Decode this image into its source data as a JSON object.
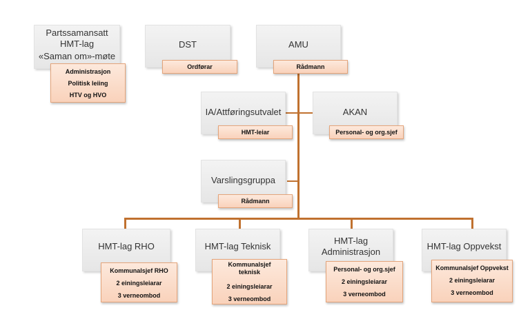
{
  "top": {
    "partssamansatt": {
      "title_line1": "Partssamansatt",
      "title_line2": "HMT-lag",
      "title_line3": "«Saman om»-møte",
      "details": [
        "Administrasjon",
        "Politisk leiing",
        "HTV og HVO"
      ]
    },
    "dst": {
      "title": "DST",
      "role": "Ordførar"
    },
    "amu": {
      "title": "AMU",
      "role": "Rådmann"
    }
  },
  "middle": {
    "ia": {
      "title": "IA/Attføringsutvalet",
      "role": "HMT-leiar"
    },
    "akan": {
      "title": "AKAN",
      "role": "Personal- og org.sjef"
    },
    "varsling": {
      "title": "Varslingsgruppa",
      "role": "Rådmann"
    }
  },
  "bottom": {
    "rho": {
      "title": "HMT-lag RHO",
      "lines": [
        "Kommunalsjef  RHO",
        "2 einingsleiarar",
        "3 verneombod"
      ]
    },
    "teknisk": {
      "title": "HMT-lag Teknisk",
      "lines": [
        "Kommunalsjef teknisk",
        "2 einingsleiarar",
        "3 verneombod"
      ]
    },
    "admin": {
      "title_line1": "HMT-lag",
      "title_line2": "Administrasjon",
      "lines": [
        "Personal- og org.sjef",
        "2 einingsleiarar",
        "3 verneombod"
      ]
    },
    "oppvekst": {
      "title": "HMT-lag Oppvekst",
      "lines": [
        "Kommunalsjef  Oppvekst",
        "2 einingsleiarar",
        "3 verneombod"
      ]
    }
  },
  "colors": {
    "connector": "#c0712f",
    "sub_fill": "#fbdcc8",
    "sub_border": "#e4a47a",
    "box_fill": "#ececec"
  }
}
